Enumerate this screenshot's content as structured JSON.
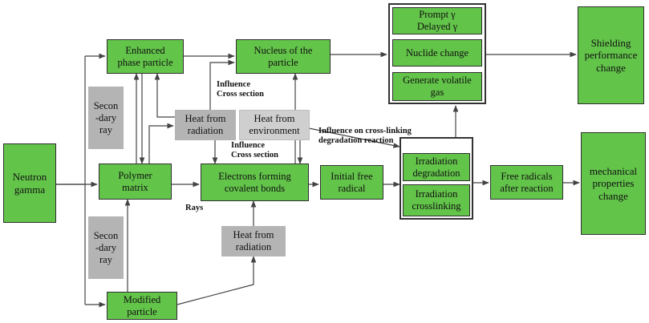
{
  "nodes": {
    "neutron_gamma": "Neutron\ngamma",
    "enhanced_phase": "Enhanced\nphase particle",
    "polymer_matrix": "Polymer\nmatrix",
    "modified_particle": "Modified\nparticle",
    "secondary_ray_top": "Secon\n-dary\nray",
    "secondary_ray_bottom": "Secon\n-dary\nray",
    "nucleus": "Nucleus of the\nparticle",
    "heat_radiation_top": "Heat from\nradiation",
    "heat_environment": "Heat from\nenvironment",
    "heat_radiation_bottom": "Heat from\nradiation",
    "electrons": "Electrons forming\ncovalent bonds",
    "initial_radical": "Initial free\nradical",
    "prompt_delayed": "Prompt γ\nDelayed γ",
    "nuclide_change": "Nuclide change",
    "volatile_gas": "Generate volatile\ngas",
    "irradiation_degradation": "Irradiation\ndegradation",
    "irradiation_crosslinking": "Irradiation\ncrosslinking",
    "free_radicals_after": "Free radicals\nafter reaction",
    "shielding_change": "Shielding\nperformance\nchange",
    "mechanical_change": "mechanical\nproperties\nchange"
  },
  "labels": {
    "influence_cross_section_top": "Influence\nCross section",
    "influence_cross_section_mid": "Influence\nCross section",
    "influence_crosslinking": "Influence on cross-linking\ndegradation reaction",
    "rays": "Rays"
  },
  "colors": {
    "node_fill": "#63c44a",
    "heat_fill": "#b4b4b4",
    "environment_fill": "#cfcfcf",
    "line": "#444444"
  }
}
